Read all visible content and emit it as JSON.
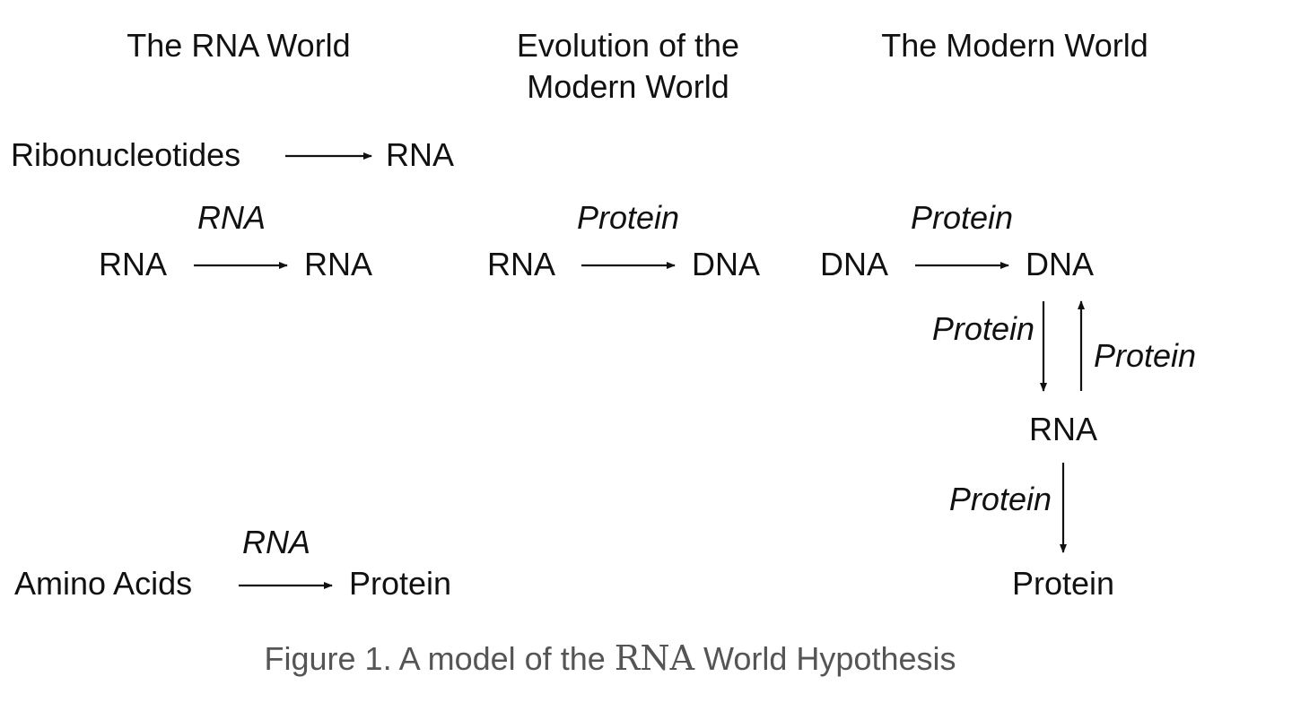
{
  "headings": {
    "rna_world": "The RNA World",
    "evolution_line1": "Evolution of the",
    "evolution_line2": "Modern World",
    "modern_world": "The Modern World"
  },
  "rna_world": {
    "synthesis": {
      "from": "Ribonucleotides",
      "to": "RNA"
    },
    "replication": {
      "from": "RNA",
      "catalyst": "RNA",
      "to": "RNA"
    },
    "translation": {
      "from": "Amino Acids",
      "catalyst": "RNA",
      "to": "Protein"
    }
  },
  "evolution": {
    "reverse_transcription": {
      "from": "RNA",
      "catalyst": "Protein",
      "to": "DNA"
    }
  },
  "modern_world": {
    "replication": {
      "from": "DNA",
      "catalyst": "Protein",
      "to": "DNA"
    },
    "transcription_catalyst": "Protein",
    "reverse_catalyst": "Protein",
    "rna": "RNA",
    "translation_catalyst": "Protein",
    "protein": "Protein"
  },
  "caption": {
    "prefix": "Figure 1. A model of the ",
    "emphasis": "RNA",
    "suffix": " World Hypothesis"
  }
}
